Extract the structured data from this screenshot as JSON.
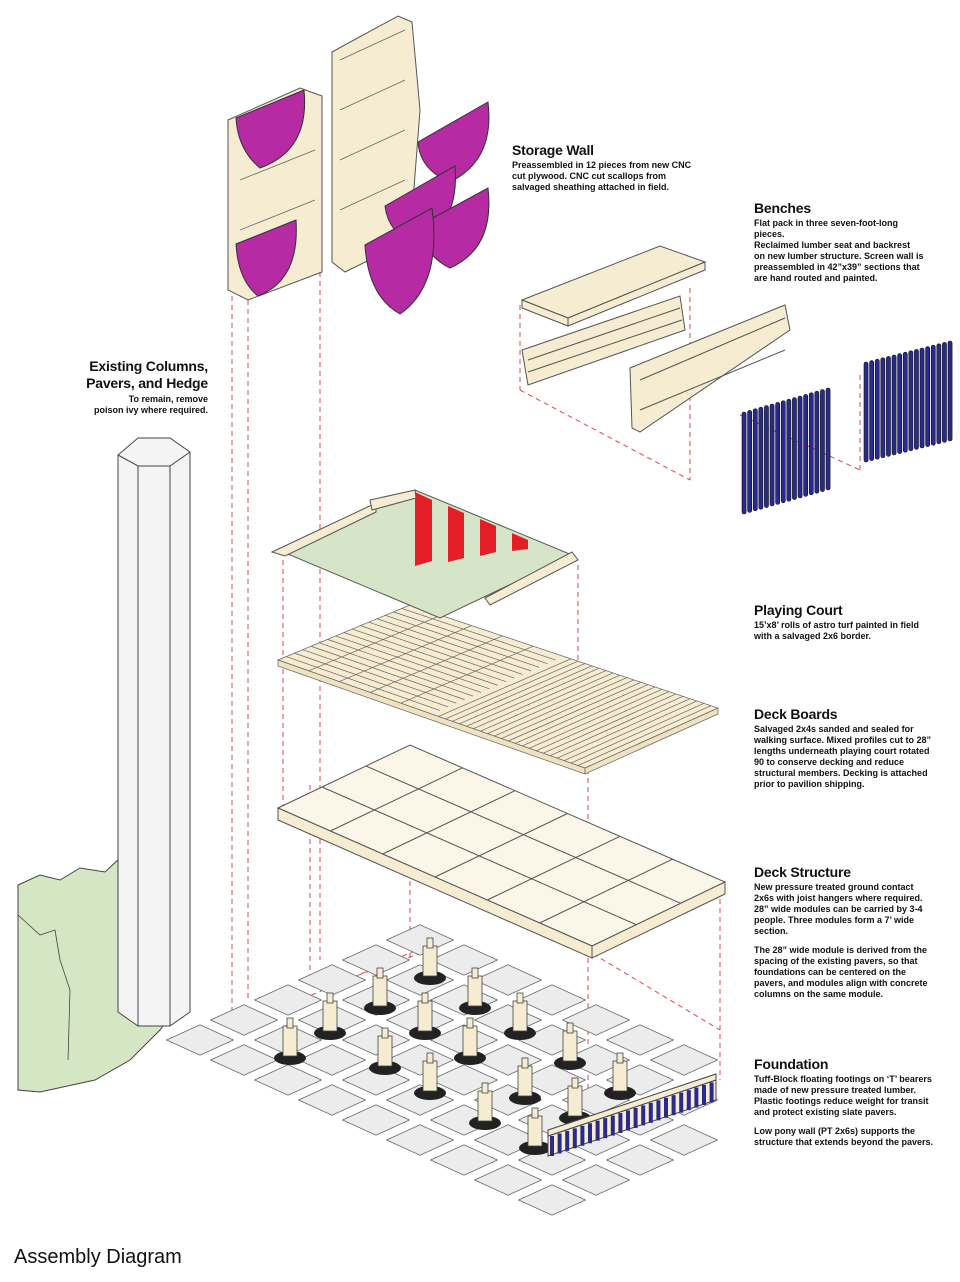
{
  "caption": "Assembly Diagram",
  "colors": {
    "wood": "#f6ecd2",
    "outline": "#555555",
    "scallop": "#b62aa3",
    "turf": "#d6e5c8",
    "stripe": "#e31e26",
    "screen_wall": "#2a2a8c",
    "hedge": "#d5e6c4",
    "guide": "#e0474c",
    "paver": "#ececec"
  },
  "labels": {
    "storage_wall": {
      "title": "Storage Wall",
      "body": "Preassembled in 12 pieces from new CNC\ncut plywood. CNC cut scallops from\nsalvaged sheathing attached in field."
    },
    "benches": {
      "title": "Benches",
      "body": "Flat pack in three seven-foot-long\npieces.\nReclaimed lumber seat and backrest\non new lumber structure. Screen wall is\npreassembled in 42”x39” sections that\nare hand routed and painted."
    },
    "existing": {
      "title": "Existing Columns,\nPavers, and Hedge",
      "body": "To remain, remove\npoison ivy where required."
    },
    "playing_court": {
      "title": "Playing Court",
      "body": "15’x8’ rolls of astro turf painted in field\nwith a salvaged 2x6 border."
    },
    "deck_boards": {
      "title": "Deck Boards",
      "body": "Salvaged 2x4s sanded and sealed for\nwalking surface. Mixed profiles cut to 28”\nlengths underneath playing court rotated\n90 to conserve decking and reduce\nstructural members. Decking is attached\nprior to pavilion shipping."
    },
    "deck_structure": {
      "title": "Deck Structure",
      "body1": "New pressure treated ground contact\n2x6s with joist hangers where required.\n28” wide modules can be carried by 3-4\npeople. Three modules form a 7’ wide\nsection.",
      "body2": "The 28” wide module is derived from the\nspacing of the existing pavers, so that\nfoundations can be centered on the\npavers, and modules align with concrete\ncolumns on the same module."
    },
    "foundation": {
      "title": "Foundation",
      "body1": "Tuff-Block floating footings on ‘T’ bearers\nmade of new pressure treated lumber.\nPlastic footings reduce weight for transit\nand protect existing slate pavers.",
      "body2": "Low pony wall (PT 2x6s) supports the\nstructure that extends beyond the pavers."
    }
  }
}
